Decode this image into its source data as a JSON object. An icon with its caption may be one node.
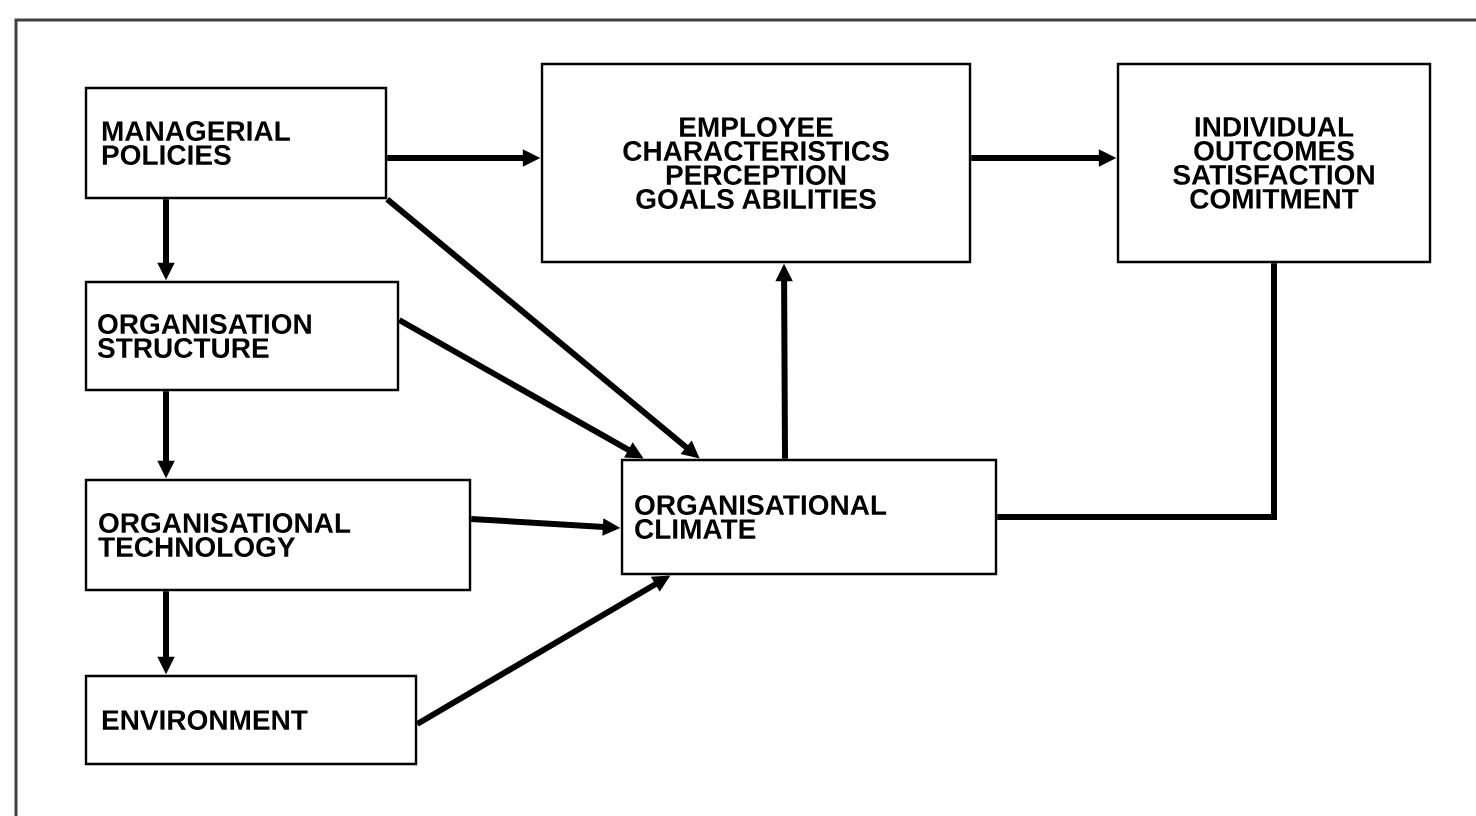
{
  "diagram": {
    "nodes": [
      {
        "text": [
          "MANAGERIAL POLICIES"
        ]
      },
      {
        "text": [
          "EMPLOYEE CHARACTERISTICS PERCEPTION GOALS ABILITIES"
        ]
      },
      {
        "text": [
          "INDIVIDUAL OUTCOMES SATISFACTION COMITMENT"
        ]
      },
      {
        "text": [
          "ORGANISATION STRUCTURE"
        ]
      },
      {
        "text": [
          "ORGANISATIONAL TECHNOLOGY"
        ]
      },
      {
        "text": [
          "ENVIRONMENT"
        ]
      },
      {
        "text": [
          "ORGANISATIONAL CLIMATE"
        ]
      }
    ],
    "edges": [
      {
        "from": 0,
        "to": 1,
        "arrow": "to"
      },
      {
        "from": 1,
        "to": 2,
        "arrow": "to"
      },
      {
        "from": 0,
        "to": 3,
        "arrow": "to"
      },
      {
        "from": 0,
        "to": 6,
        "arrow": "to"
      },
      {
        "from": 3,
        "to": 4,
        "arrow": "to"
      },
      {
        "from": 3,
        "to": 6,
        "arrow": "to"
      },
      {
        "from": 4,
        "to": 6,
        "arrow": "to"
      },
      {
        "from": 4,
        "to": 5,
        "arrow": "to"
      },
      {
        "from": 5,
        "to": 6,
        "arrow": "to"
      },
      {
        "from": 6,
        "to": 1,
        "arrow": "to"
      },
      {
        "from": 6,
        "to": 2,
        "arrow": "none"
      }
    ]
  }
}
